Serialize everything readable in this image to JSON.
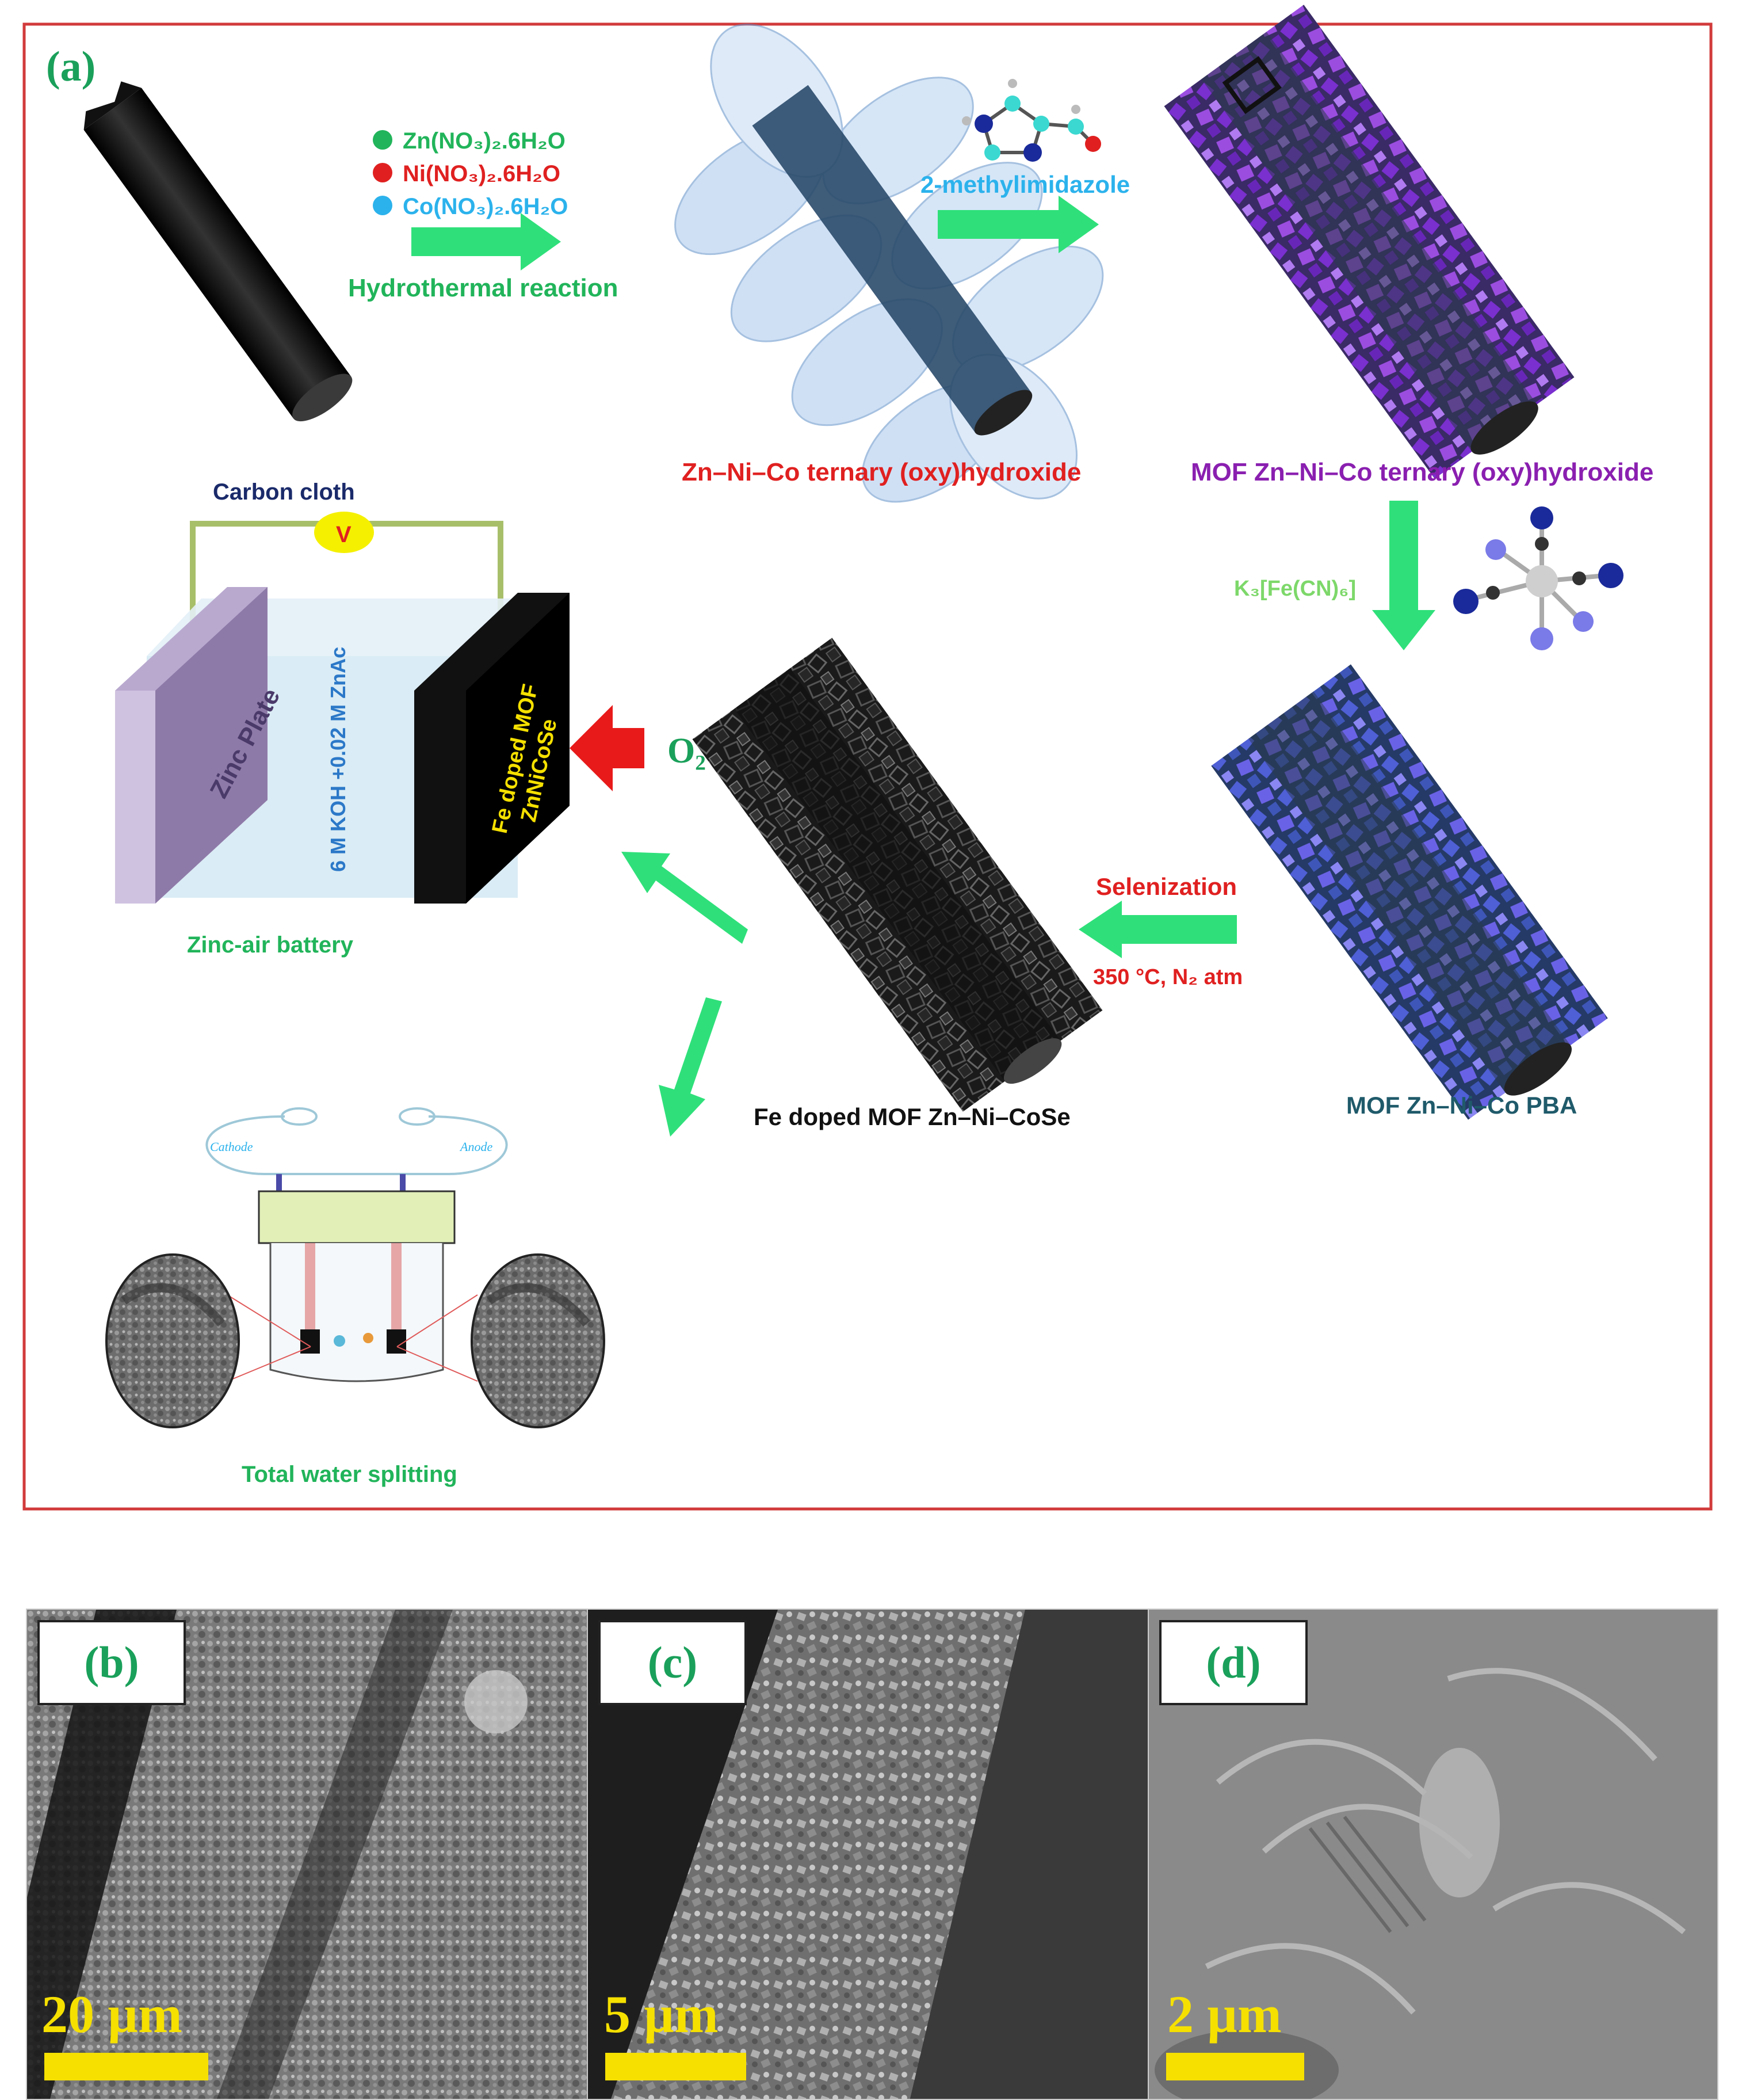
{
  "panel_a": {
    "tag": "(a)",
    "reagents": [
      {
        "text": "Zn(NO₃)₂.6H₂O",
        "color": "#21b45a"
      },
      {
        "text": "Ni(NO₃)₂.6H₂O",
        "color": "#e02020"
      },
      {
        "text": "Co(NO₃)₂.6H₂O",
        "color": "#2bb2ec"
      }
    ],
    "step_hydrothermal": "Hydrothermal  reaction",
    "step_imidazole": "2-methylimidazole",
    "product_hydroxide": "Zn–Ni–Co ternary (oxy)hydroxide",
    "product_mof": "MOF Zn–Ni–Co ternary (oxy)hydroxide",
    "step_ferricyanide": "K₃[Fe(CN)₆]",
    "product_pba": "MOF Zn–Ni–Co PBA",
    "step_selenization": "Selenization",
    "step_conditions": "350 °C, N₂ atm",
    "product_final": "Fe doped MOF Zn–Ni–CoSe",
    "battery": {
      "carbon_cloth": "Carbon cloth",
      "voltmeter": "V",
      "zinc_plate": "Zinc Plate",
      "electrolyte": "6 M KOH +0.02 M ZnAc",
      "cathode_line1": "Fe doped MOF",
      "cathode_line2": "ZnNiCoSe",
      "oxygen": "O₂",
      "caption": "Zinc-air battery"
    },
    "water_splitting": {
      "cathode": "Cathode",
      "anode": "Anode",
      "caption": "Total water splitting"
    }
  },
  "sem_panels": [
    {
      "tag": "(b)",
      "scale": "20 µm"
    },
    {
      "tag": "(c)",
      "scale": "5 µm"
    },
    {
      "tag": "(d)",
      "scale": "2 µm"
    }
  ],
  "colors": {
    "frame": "#d23a3a",
    "arrow_green": "#2fe07a",
    "label_green": "#1aa05a",
    "label_red": "#e02020",
    "label_purple": "#8a1fb0",
    "label_blue": "#2bb2ec",
    "label_navy": "#1a2a6a",
    "scale_yellow": "#f5e000"
  }
}
